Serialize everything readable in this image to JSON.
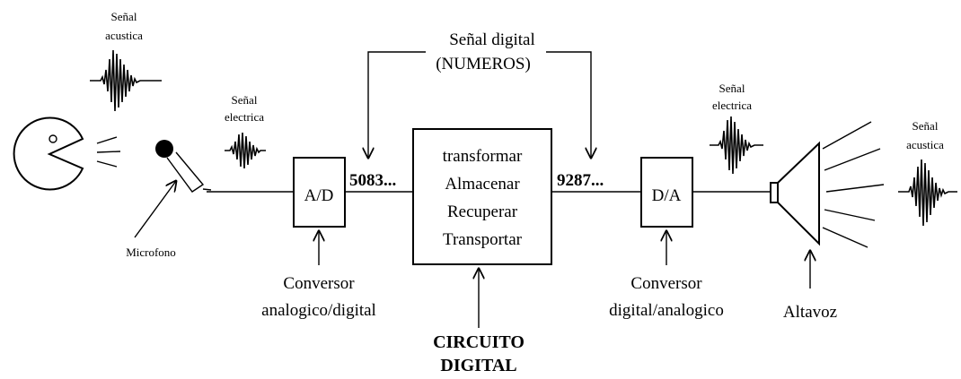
{
  "labels": {
    "senal_acustica_left": [
      "Señal",
      "acustica"
    ],
    "senal_electrica_left": [
      "Señal",
      "electrica"
    ],
    "senal_digital": [
      "Señal digital",
      "(NUMEROS)"
    ],
    "senal_electrica_right": [
      "Señal",
      "electrica"
    ],
    "senal_acustica_right": [
      "Señal",
      "acustica"
    ],
    "microfono": "Microfono",
    "ad_block": "A/D",
    "da_block": "D/A",
    "digital_value_in": "5083...",
    "digital_value_out": "9287...",
    "circuit_functions": [
      "transformar",
      "Almacenar",
      "Recuperar",
      "Transportar"
    ],
    "conversor_ad": [
      "Conversor",
      "analogico/digital"
    ],
    "conversor_da": [
      "Conversor",
      "digital/analogico"
    ],
    "circuito_digital": [
      "CIRCUITO",
      "DIGITAL"
    ],
    "altavoz": "Altavoz"
  }
}
